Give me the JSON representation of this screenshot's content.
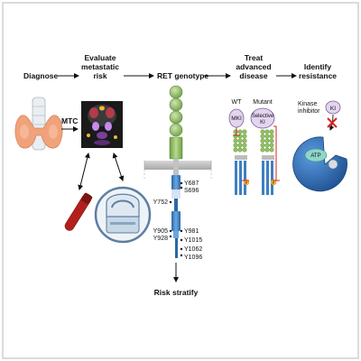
{
  "steps": {
    "diagnose": "Diagnose",
    "evaluate": [
      "Evaluate",
      "metastatic",
      "risk"
    ],
    "genotype": "RET genotype",
    "treat": [
      "Treat",
      "advanced",
      "disease"
    ],
    "identify": [
      "Identify",
      "resistance"
    ]
  },
  "labels": {
    "mtc": "MTC",
    "risk_stratify": "Risk stratify",
    "wt": "WT",
    "mutant": "Mutant",
    "mki": "MKI",
    "selective_ki": [
      "Selective",
      "KI"
    ],
    "kinase_inhibitor": [
      "Kinase",
      "inhibitor"
    ],
    "ki": "KI",
    "atp": "ATP",
    "p": "P"
  },
  "residues": {
    "y687": "Y687",
    "s696": "S696",
    "y752": "Y752",
    "y905": "Y905",
    "y928": "Y928",
    "y981": "Y981",
    "y1015": "Y1015",
    "y1062": "Y1062",
    "y1096": "Y1096"
  },
  "colors": {
    "frame": "#cfcfcf",
    "receptor_green": "#8fbf63",
    "receptor_blue": "#3f7fc0",
    "membrane": "#b9b9b9",
    "inhibitor_purple": "#d9c7e8",
    "kinase_blue": "#2a6db5",
    "inhibit_red": "#d9231d"
  }
}
